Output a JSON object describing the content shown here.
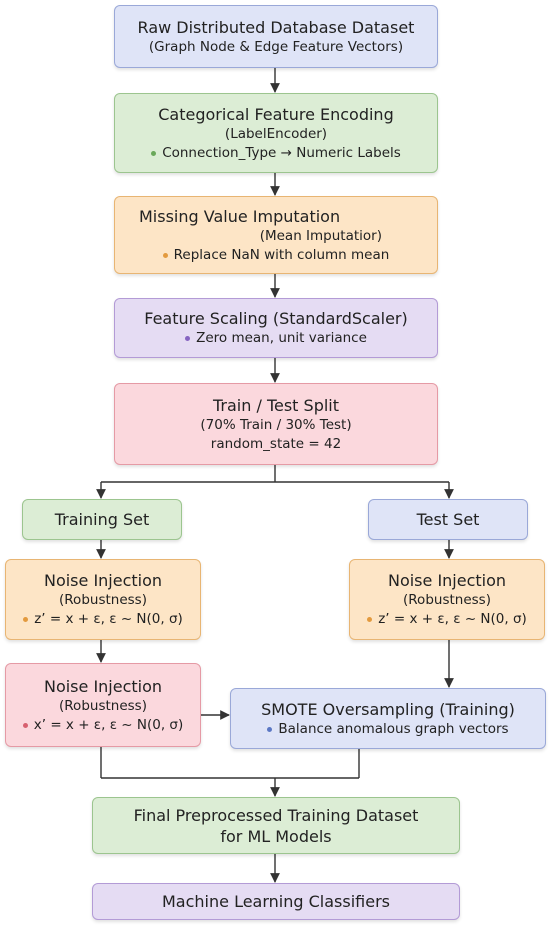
{
  "nodes": {
    "raw": {
      "title": "Raw Distributed Database Dataset",
      "sub": "(Graph Node & Edge Feature Vectors)"
    },
    "encoding": {
      "title": "Categorical Feature Encoding",
      "sub": "(LabelEncoder)",
      "bullet": "Connection_Type → Numeric Labels"
    },
    "imputation": {
      "title": "Missing Value Imputation",
      "sub": "(Mean Imputatior)",
      "bullet": "Replace NaN with column mean"
    },
    "scaling": {
      "title": "Feature Scaling (StandardScaler)",
      "bullet": "Zero mean, unit variance"
    },
    "split": {
      "title": "Train / Test Split",
      "sub": "(70% Train / 30% Test)",
      "sub2": "random_state = 42"
    },
    "training_set": {
      "title": "Training Set"
    },
    "test_set": {
      "title": "Test Set"
    },
    "noise_train": {
      "title": "Noise Injection",
      "sub": "(Robustness)",
      "bullet": "z’ = x + ε, ε ~ N(0, σ)"
    },
    "noise_test": {
      "title": "Noise Injection",
      "sub": "(Robustness)",
      "bullet": "z’ = x + ε, ε ~ N(0, σ)"
    },
    "noise_train2": {
      "title": "Noise Injection",
      "sub": "(Robustness)",
      "bullet": "x’ = x + ε, ε ~ N(0, σ)"
    },
    "smote": {
      "title": "SMOTE Oversampling (Training)",
      "bullet": "Balance anomalous graph vectors"
    },
    "final": {
      "title": "Final Preprocessed Training Dataset",
      "sub": "for ML Models"
    },
    "classifiers": {
      "title": "Machine Learning Classifiers"
    }
  },
  "colors": {
    "blue": "#dfe4f7",
    "green": "#dcedd5",
    "orange": "#fde5c6",
    "purple": "#e5dcf3",
    "pink": "#fbd8dd",
    "arrow": "#333333"
  }
}
